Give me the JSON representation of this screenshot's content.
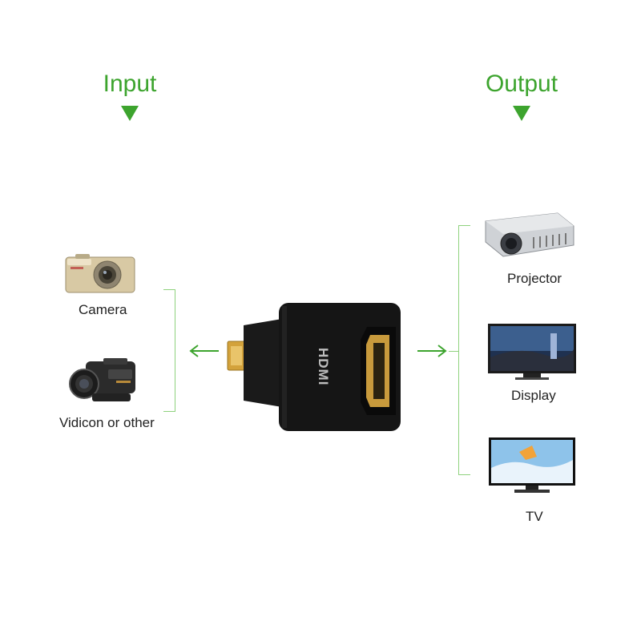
{
  "input": {
    "title": "Input",
    "devices": [
      {
        "label": "Camera",
        "icon": "camera-icon"
      },
      {
        "label": "Vidicon or other",
        "icon": "camcorder-icon"
      }
    ]
  },
  "output": {
    "title": "Output",
    "devices": [
      {
        "label": "Projector",
        "icon": "projector-icon"
      },
      {
        "label": "Display",
        "icon": "monitor-icon"
      },
      {
        "label": "TV",
        "icon": "tv-icon"
      }
    ]
  },
  "adapter": {
    "icon": "hdmi-adapter-icon",
    "brand_mark": "HDMI"
  },
  "colors": {
    "accent": "#3da42e",
    "bracket": "#8fd27e"
  }
}
